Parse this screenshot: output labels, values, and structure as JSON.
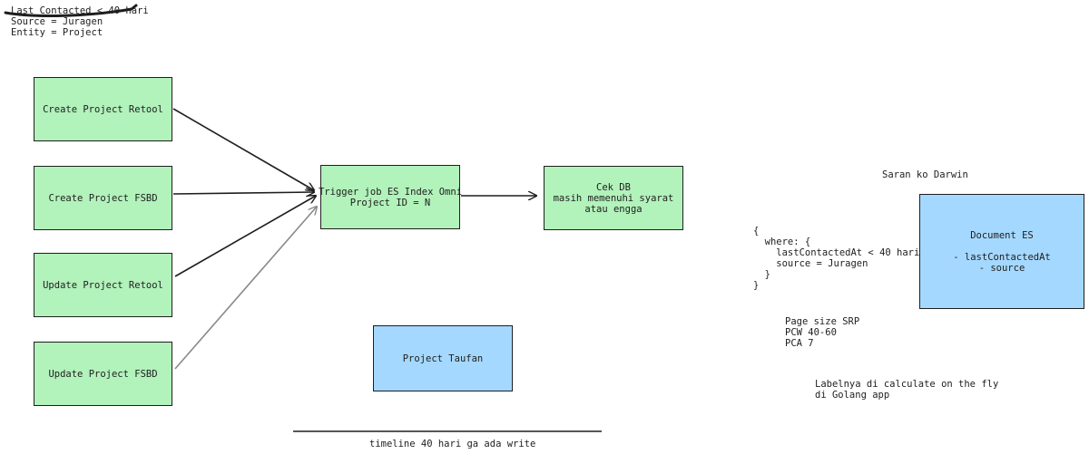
{
  "filters": {
    "line1": "Last Contacted < 40 hari",
    "line2": "Source = Juragen",
    "line3": "Entity = Project"
  },
  "sources": [
    {
      "label": "Create Project Retool"
    },
    {
      "label": "Create Project FSBD"
    },
    {
      "label": "Update Project Retool"
    },
    {
      "label": "Update Project FSBD"
    }
  ],
  "trigger": {
    "label": "Trigger job ES Index Omni\nProject ID = N"
  },
  "check": {
    "label": "Cek DB\nmasih memenuhi syarat\natau engga"
  },
  "project_taufan": {
    "label": "Project Taufan"
  },
  "timeline": {
    "label": "timeline 40 hari ga ada write"
  },
  "suggestion": {
    "title": "Saran ko Darwin"
  },
  "query": {
    "code": "{\n  where: {\n    lastContactedAt < 40 hari\n    source = Juragen\n  }\n}"
  },
  "document_es": {
    "label": "Document ES\n\n- lastContactedAt\n- source"
  },
  "page_size": {
    "text": "Page size SRP\nPCW 40-60\nPCA 7"
  },
  "label_note": {
    "text": "Labelnya di calculate on the fly\ndi Golang app"
  },
  "colors": {
    "green": "#b2f2bb",
    "blue": "#a5d8ff",
    "stroke": "#1e1e1e"
  }
}
